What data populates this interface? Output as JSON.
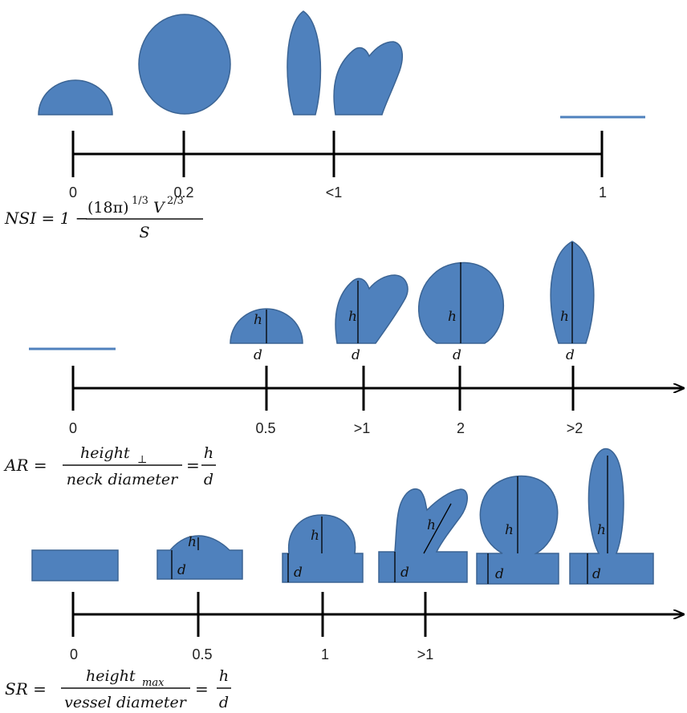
{
  "shape_color": "#4f81bd",
  "shape_stroke": "#3b6494",
  "axis_color": "#000000",
  "panel1": {
    "ticks": [
      "0",
      "0.2",
      "<1",
      "1"
    ],
    "formula": {
      "lhs": "NSI = 1 −",
      "numerator_base": "(18π)",
      "numerator_exp1": "1/3",
      "numerator_var": "V",
      "numerator_exp2": "2/3",
      "denominator": "S"
    }
  },
  "panel2": {
    "ticks": [
      "0",
      "0.5",
      ">1",
      "2",
      ">2"
    ],
    "h_label": "h",
    "d_label": "d",
    "formula": {
      "lhs": "AR =",
      "num1": "height",
      "num1_sub": "⊥",
      "den1": "neck diameter",
      "eq": "=",
      "num2": "h",
      "den2": "d"
    }
  },
  "panel3": {
    "ticks": [
      "0",
      "0.5",
      "1",
      ">1"
    ],
    "h_label": "h",
    "d_label": "d",
    "formula": {
      "lhs": "SR =",
      "num1": "height",
      "num1_sub": "max",
      "den1": "vessel diameter",
      "eq": "=",
      "num2": "h",
      "den2": "d"
    }
  }
}
